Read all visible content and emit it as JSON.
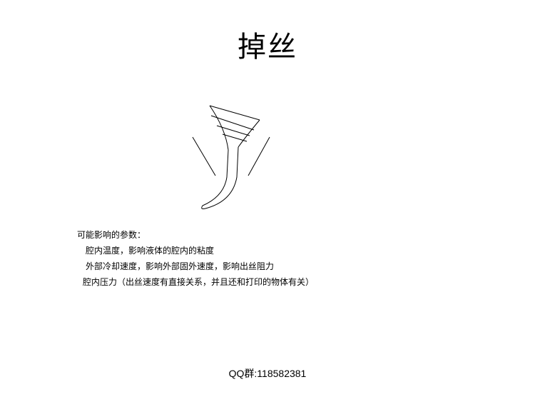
{
  "title": "掉丝",
  "params": {
    "heading": "可能影响的参数：",
    "lines": [
      "腔内温度，影响液体的腔内的粘度",
      "外部冷却速度，影响外部固外速度，影响出丝阻力",
      "腔内压力（出丝速度有直接关系，并且还和打印的物体有关）"
    ]
  },
  "footer": "QQ群:118582381"
}
